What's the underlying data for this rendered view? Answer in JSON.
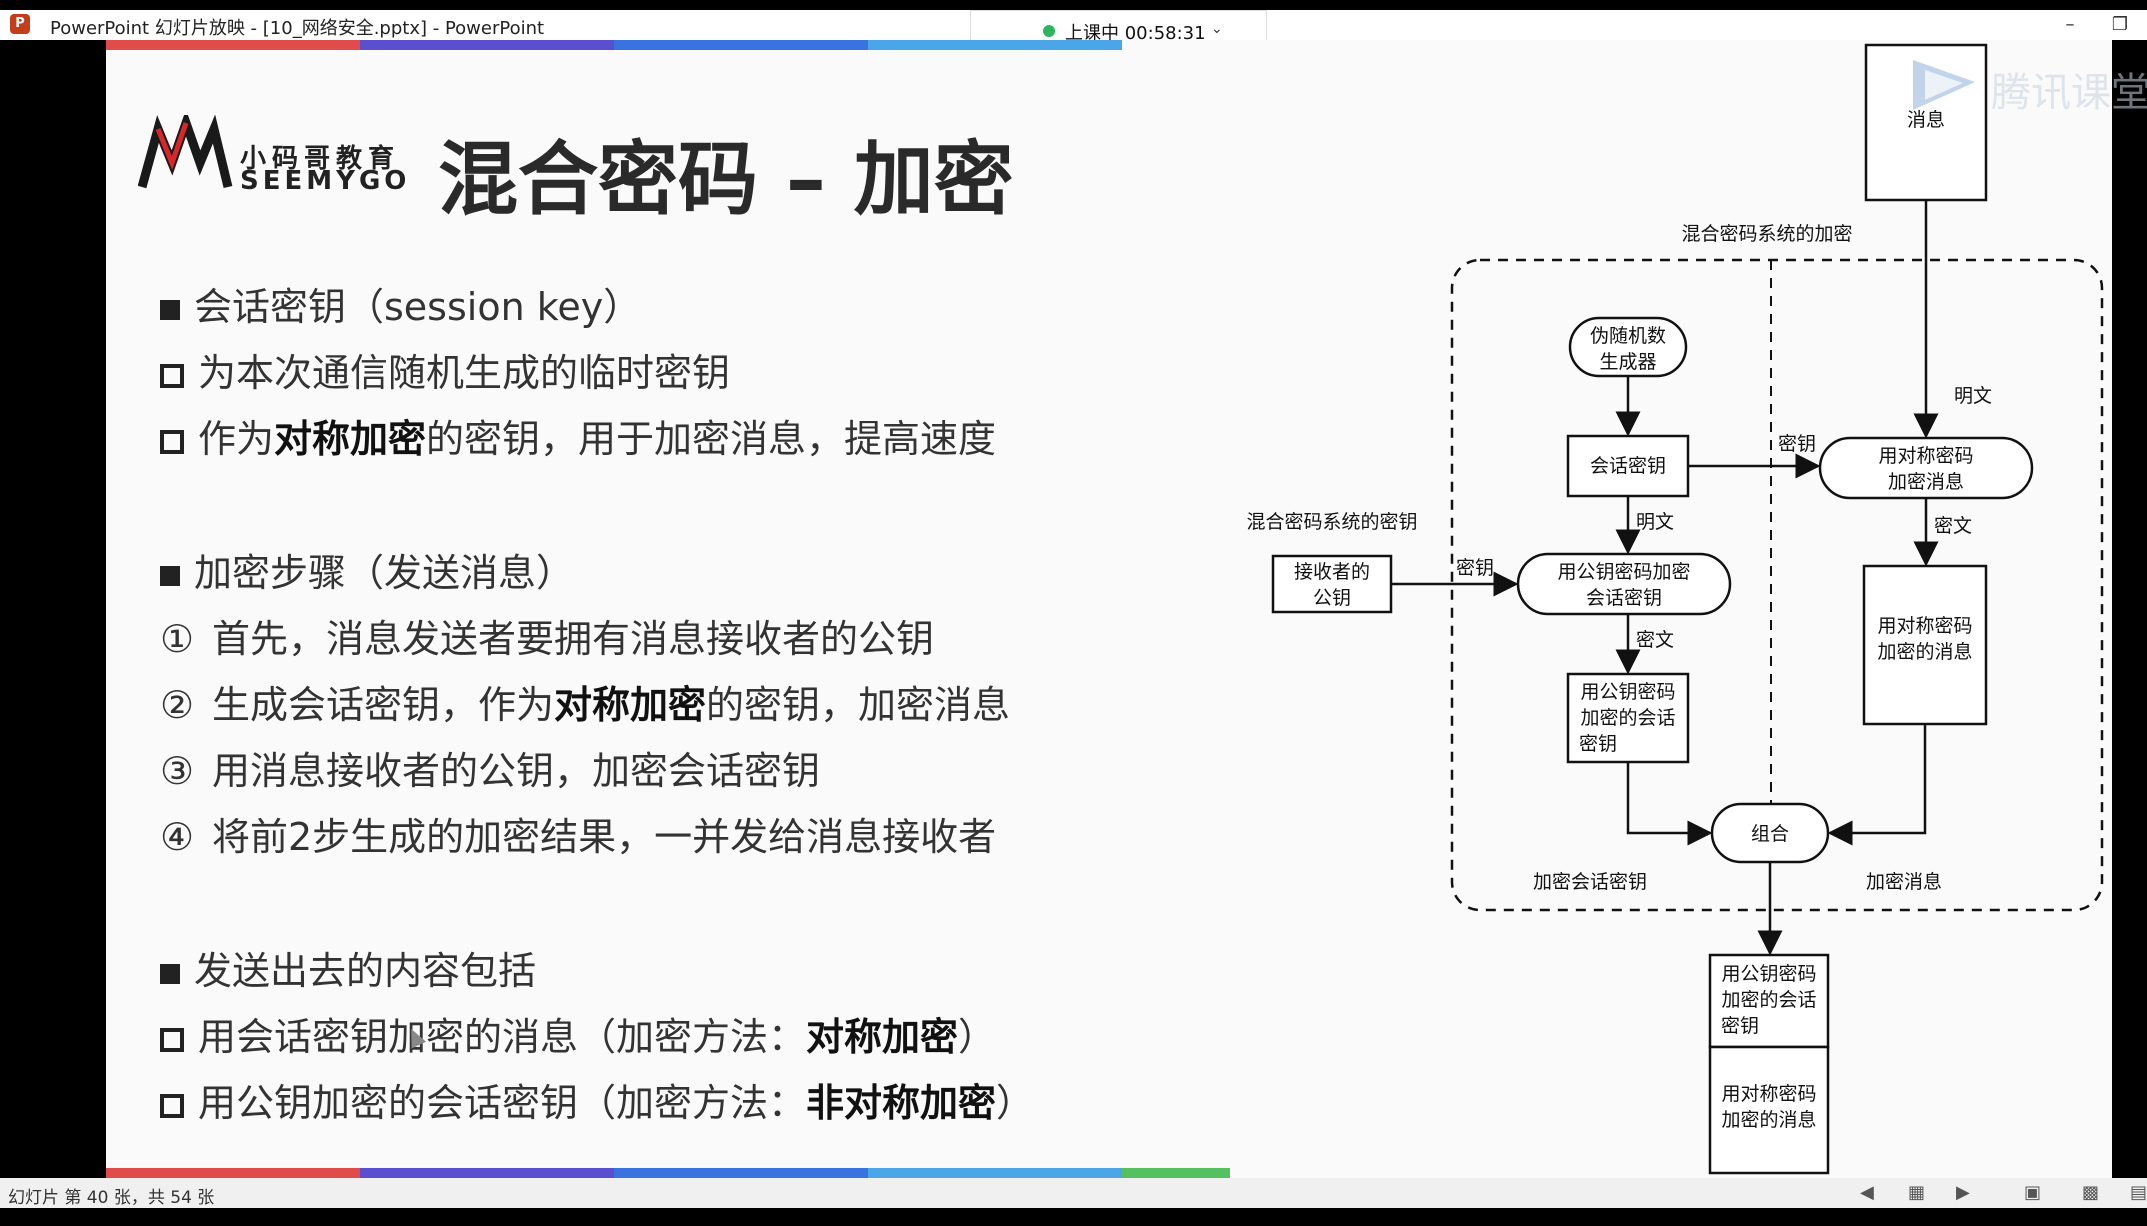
{
  "window": {
    "title": "PowerPoint 幻灯片放映 - [10_网络安全.pptx] - PowerPoint",
    "app_icon": "P"
  },
  "class_status": {
    "text": "上课中 00:58:31",
    "dot_color": "#2db55d"
  },
  "watermark": {
    "text": "腾讯课堂"
  },
  "logo": {
    "cn": "小码哥教育",
    "en": "SEEMYGO"
  },
  "slide": {
    "title": "混合密码 – 加密",
    "section1": {
      "heading": "会话密钥（session key）",
      "items": [
        "为本次通信随机生成的临时密钥",
        [
          "作为",
          "对称加密",
          "的密钥，用于加密消息，提高速度"
        ]
      ]
    },
    "section2": {
      "heading": "加密步骤（发送消息）",
      "steps": [
        {
          "num": "①",
          "parts": [
            "首先，消息发送者要拥有消息接收者的公钥"
          ]
        },
        {
          "num": "②",
          "parts": [
            "生成会话密钥，作为",
            "对称加密",
            "的密钥，加密消息"
          ]
        },
        {
          "num": "③",
          "parts": [
            "用消息接收者的公钥，加密会话密钥"
          ]
        },
        {
          "num": "④",
          "parts": [
            "将前2步生成的加密结果，一并发给消息接收者"
          ]
        }
      ]
    },
    "section3": {
      "heading": "发送出去的内容包括",
      "items": [
        [
          "用会话密钥加密的消息（加密方法：",
          "对称加密",
          "）"
        ],
        [
          "用公钥加密的会话密钥（加密方法：",
          "非对称加密",
          "）"
        ]
      ]
    }
  },
  "diagram": {
    "message": "消息",
    "system_label": "混合密码系统的加密",
    "prng": [
      "伪随机数",
      "生成器"
    ],
    "session_key": "会话密钥",
    "sym_encrypt": [
      "用对称密码",
      "加密消息"
    ],
    "pub_key_system": "混合密码系统的密钥",
    "receiver_pubkey": [
      "接收者的",
      "公钥"
    ],
    "pub_encrypt": [
      "用公钥密码加密",
      "会话密钥"
    ],
    "pub_encrypted_key": [
      "用公钥密码",
      "加密的会话",
      "密钥"
    ],
    "sym_encrypted_msg": [
      "用对称密码",
      "加密的消息"
    ],
    "combine": "组合",
    "label_key_1": "密钥",
    "label_key_2": "密钥",
    "label_plain_1": "明文",
    "label_plain_2": "明文",
    "label_cipher_1": "密文",
    "label_cipher_2": "密文",
    "label_enc_session": "加密会话密钥",
    "label_enc_msg": "加密消息",
    "out_top": [
      "用公钥密码",
      "加密的会话",
      "密钥"
    ],
    "out_bottom": [
      "用对称密码",
      "加密的消息"
    ]
  },
  "statusbar": {
    "text": "幻灯片 第 40 张，共 54 张"
  },
  "bar_colors": [
    "#e04b4b",
    "#5a4fcf",
    "#3a73e0",
    "#4aa6e6",
    "#55c060"
  ]
}
